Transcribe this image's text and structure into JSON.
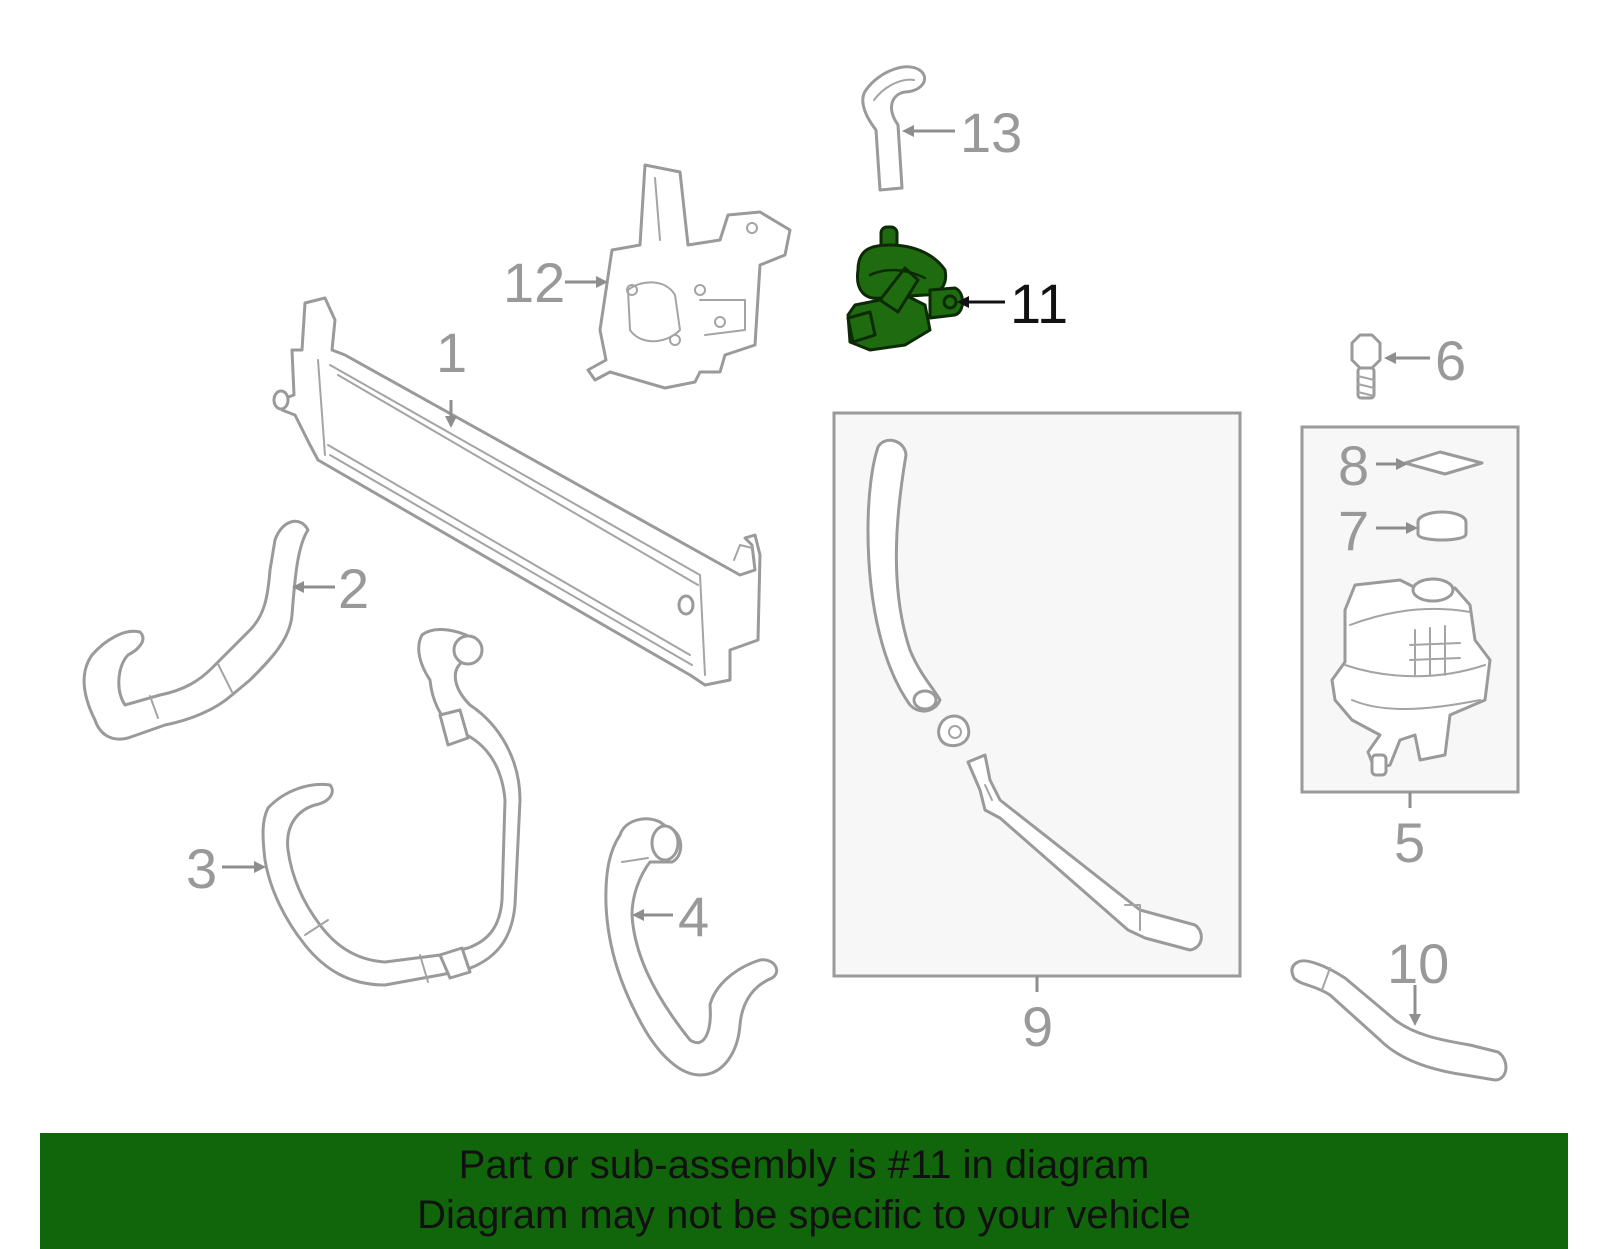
{
  "diagram": {
    "callouts": {
      "c1": "1",
      "c2": "2",
      "c3": "3",
      "c4": "4",
      "c5": "5",
      "c6": "6",
      "c7": "7",
      "c8": "8",
      "c9": "9",
      "c10": "10",
      "c11": "11",
      "c12": "12",
      "c13": "13"
    },
    "highlighted_part": "11",
    "highlight_color": "#1f6b10"
  },
  "banner": {
    "line1": "Part or sub-assembly is #11 in diagram",
    "line2": "Diagram may not be specific to your vehicle",
    "background_color": "#11660b"
  }
}
